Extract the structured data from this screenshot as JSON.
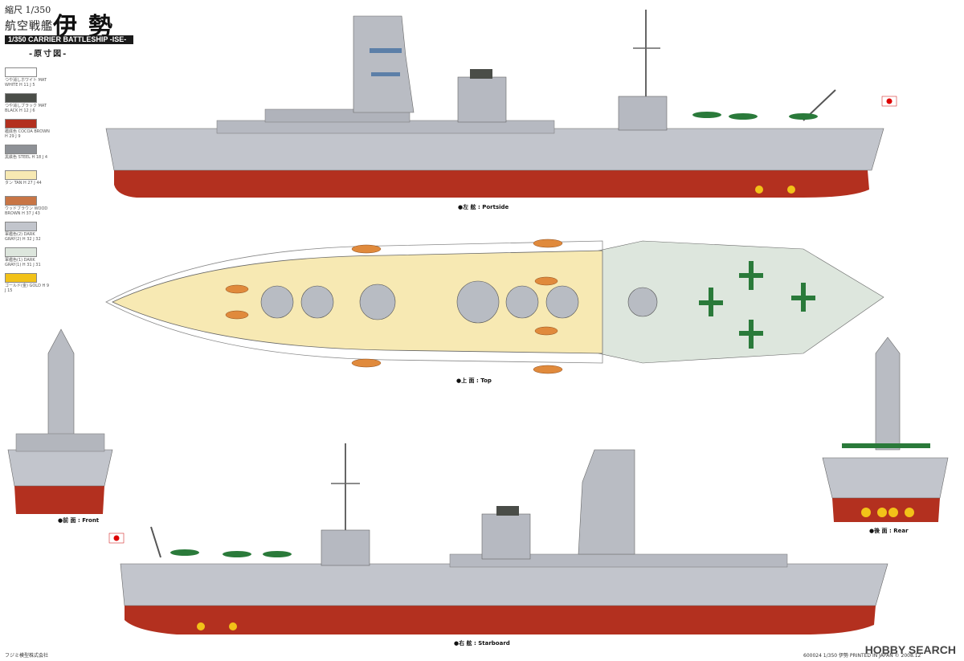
{
  "header": {
    "scale": "縮尺 1/350",
    "ship_type": "航空戦艦",
    "ship_name": "伊勢",
    "title_bar": "1/350 CARRIER BATTLESHIP -ISE-",
    "subtitle": "-原寸図-"
  },
  "palette": [
    {
      "jp": "つや消しホワイト",
      "en": "MAT WHITE",
      "codes": "H 11  J 5",
      "color": "#ffffff"
    },
    {
      "jp": "つや消しブラック",
      "en": "MAT BLACK",
      "codes": "H 12  J 6",
      "color": "#4a4d48"
    },
    {
      "jp": "艦底色",
      "en": "COCOA BROWN",
      "codes": "H 29  J 9",
      "color": "#b3301f"
    },
    {
      "jp": "黒鉄色",
      "en": "STEEL",
      "codes": "H 18  J 4",
      "color": "#8e9196"
    },
    {
      "jp": "タン",
      "en": "TAN",
      "codes": "H 27  J 44",
      "color": "#f7e9b3"
    },
    {
      "jp": "ウッドブラウン",
      "en": "WOOD BROWN",
      "codes": "H 37  J 43",
      "color": "#c87545"
    },
    {
      "jp": "軍艦色(2)",
      "en": "DARK GRAY(2)",
      "codes": "H 32  J 32",
      "color": "#c2c5cc"
    },
    {
      "jp": "軍艦色(1)",
      "en": "DARK GRAY(1)",
      "codes": "H 31  J 31",
      "color": "#dde6dd"
    },
    {
      "jp": "ゴールド(金)",
      "en": "GOLD",
      "codes": "H 9  J 15",
      "color": "#f2c218"
    }
  ],
  "views": {
    "portside": "●左 舷 : Portside",
    "top": "●上 面 : Top",
    "front": "●前 面 : Front",
    "rear": "●後 面 : Rear",
    "starboard": "●右 舷 : Starboard"
  },
  "footer": {
    "company": "フジミ模型株式会社",
    "print_info": "600024 1/350 伊勢   PRINTED IN JAPAN © 2008.12",
    "watermark": "HOBBY SEARCH"
  },
  "colors": {
    "hull_gray": "#c2c5cc",
    "deck_tan": "#f7e9b3",
    "hull_red": "#b3301f",
    "flight_deck": "#dde6dd",
    "plane_green": "#2a7a3a"
  }
}
